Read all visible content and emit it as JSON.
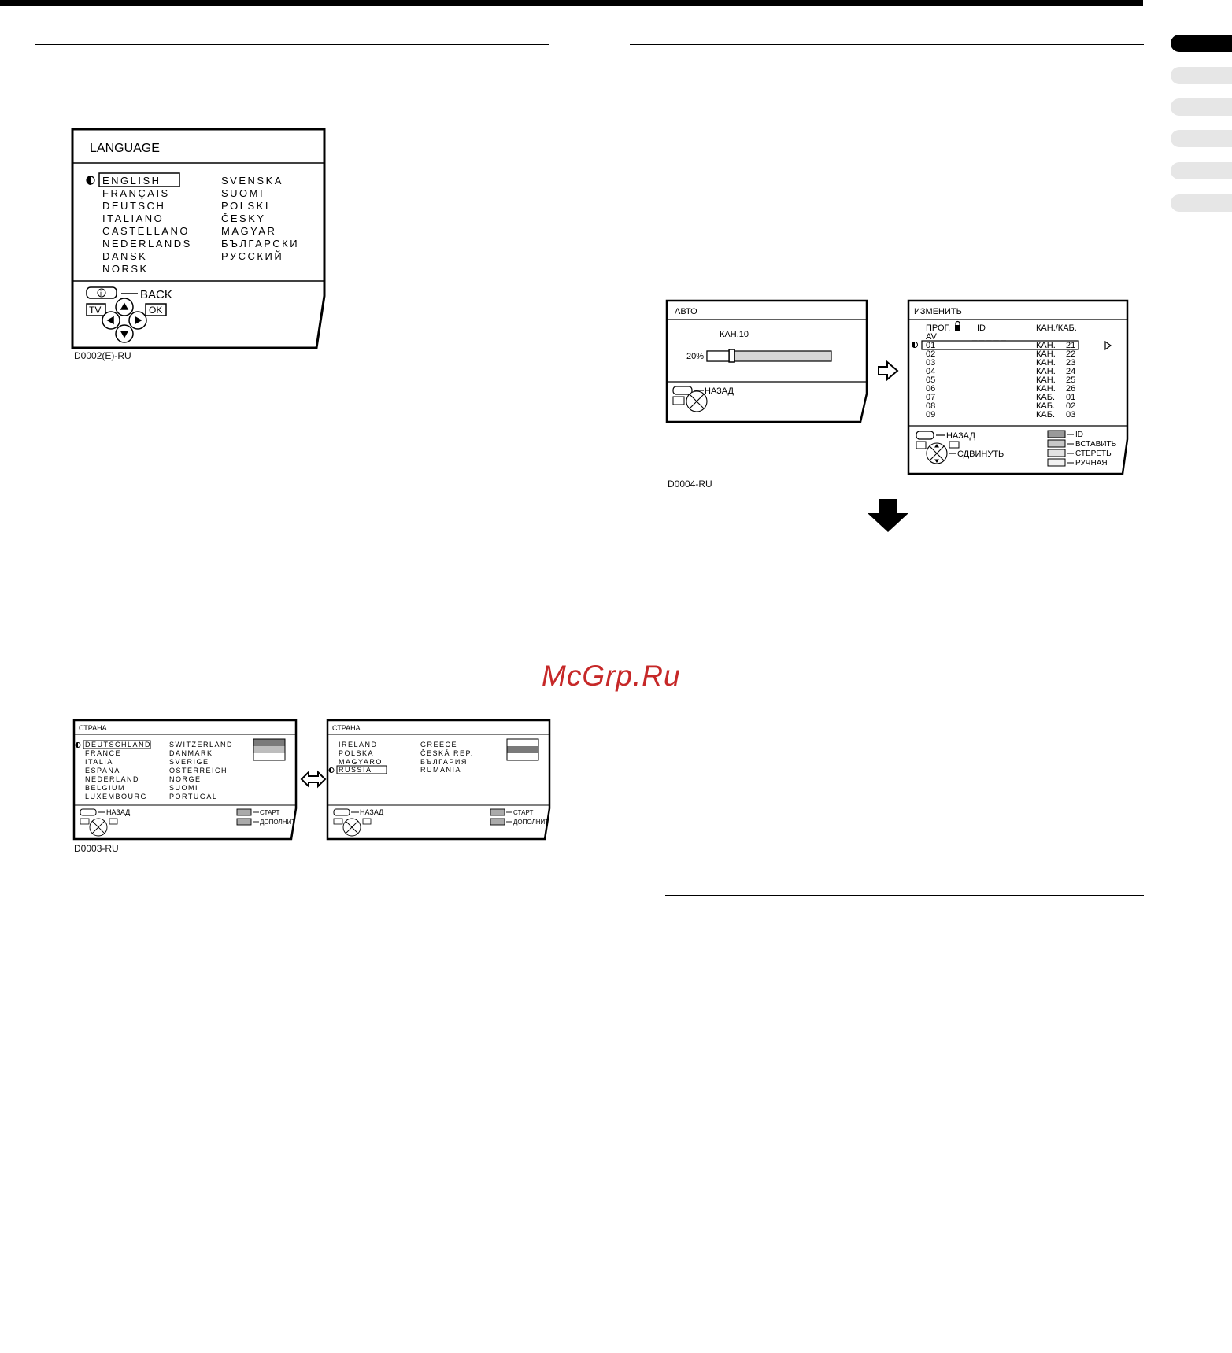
{
  "language_screen": {
    "title": "LANGUAGE",
    "col1": [
      "ENGLISH",
      "FRANÇAIS",
      "DEUTSCH",
      "ITALIANO",
      "CASTELLANO",
      "NEDERLANDS",
      "DANSK",
      "NORSK"
    ],
    "col2": [
      "SVENSKA",
      "SUOMI",
      "POLSKI",
      "ČESKY",
      "MAGYAR",
      "БЪЛГАРСКИ",
      "РУССКИЙ"
    ],
    "back_label": "BACK",
    "tv_label": "TV",
    "ok_label": "OK",
    "caption": "D0002(E)-RU"
  },
  "auto_screen": {
    "title": "АВТО",
    "channel": "КАН.10",
    "progress_label": "20%",
    "progress": 0.2,
    "back_label": "НАЗАД"
  },
  "edit_screen": {
    "title": "ИЗМЕНИТЬ",
    "col_prog": "ПРОГ.",
    "col_id": "ID",
    "col_kan": "КАН./КАБ.",
    "av_row": "AV",
    "id_placeholder": "_ _ _ _ _",
    "rows": [
      {
        "prog": "01",
        "type": "КАН.",
        "num": "21"
      },
      {
        "prog": "02",
        "type": "КАН.",
        "num": "22"
      },
      {
        "prog": "03",
        "type": "КАН.",
        "num": "23"
      },
      {
        "prog": "04",
        "type": "КАН.",
        "num": "24"
      },
      {
        "prog": "05",
        "type": "КАН.",
        "num": "25"
      },
      {
        "prog": "06",
        "type": "КАН.",
        "num": "26"
      },
      {
        "prog": "07",
        "type": "КАБ.",
        "num": "01"
      },
      {
        "prog": "08",
        "type": "КАБ.",
        "num": "02"
      },
      {
        "prog": "09",
        "type": "КАБ.",
        "num": "03"
      }
    ],
    "back_label": "НАЗАД",
    "move_label": "СДВИНУТЬ",
    "buttons": [
      "ID",
      "ВСТАВИТЬ",
      "СТЕРЕТЬ",
      "РУЧНАЯ"
    ],
    "caption": "D0004-RU"
  },
  "country_screen_1": {
    "title": "СТРАНА",
    "col1": [
      "DEUTSCHLAND",
      "FRANCE",
      "ITALIA",
      "ESPAÑA",
      "NEDERLAND",
      "BELGIUM",
      "LUXEMBOURG"
    ],
    "col2": [
      "SWITZERLAND",
      "DANMARK",
      "SVERIGE",
      "OSTERREICH",
      "NORGE",
      "SUOMI",
      "PORTUGAL"
    ],
    "back_label": "НАЗАД",
    "start_label": "СТАРТ",
    "extra_label": "ДОПОЛНИТ",
    "caption": "D0003-RU"
  },
  "country_screen_2": {
    "title": "СТРАНА",
    "col1": [
      "IRELAND",
      "POLSKA",
      "MAGYARO",
      "RUSSIA"
    ],
    "col2": [
      "GREECE",
      "ČESKÁ REP.",
      "БЪЛГАРИЯ",
      "RUMANIA"
    ],
    "back_label": "НАЗАД",
    "start_label": "СТАРТ",
    "extra_label": "ДОПОЛНИТ"
  },
  "watermark": "McGrp.Ru",
  "colors": {
    "rule": "#000000",
    "tab_active": "#000000",
    "tab_inactive": "#e6e6e6",
    "watermark": "#c62828"
  }
}
